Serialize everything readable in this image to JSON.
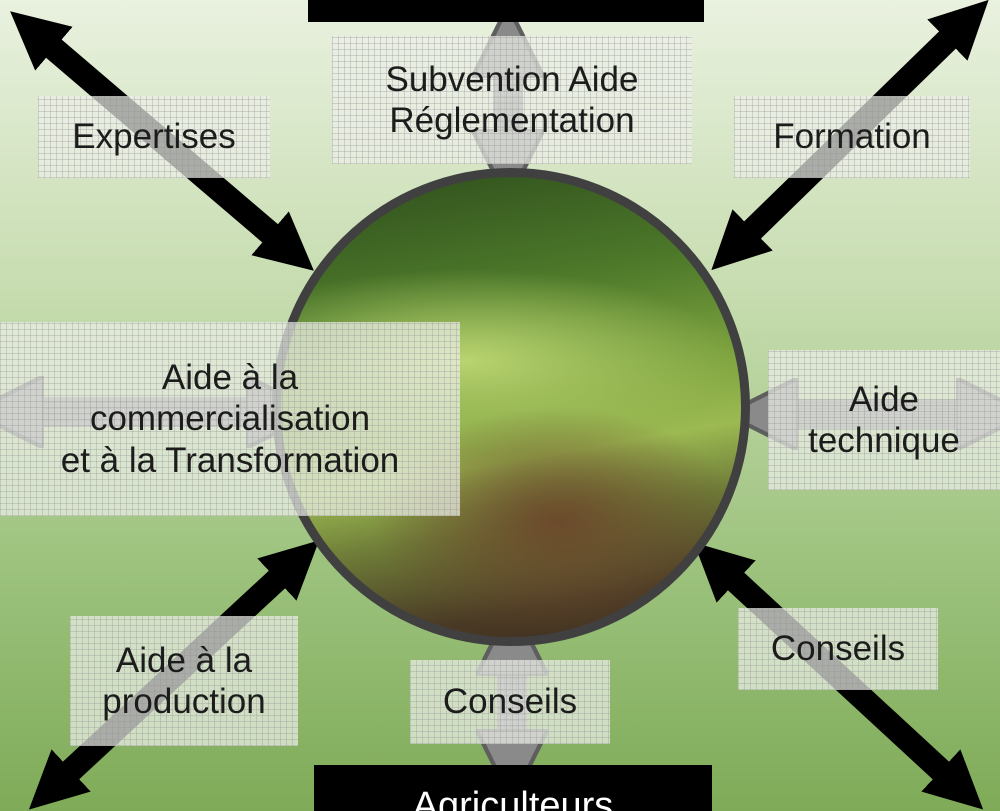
{
  "diagram": {
    "top_box": {
      "label": ""
    },
    "bottom_box": {
      "label": "Agriculteurs"
    },
    "center_image": {
      "description_icon": "irrigated-field-photo"
    },
    "relations": [
      {
        "id": "expertises",
        "label": "Expertises"
      },
      {
        "id": "subvention",
        "label": "Subvention Aide\nRéglementation"
      },
      {
        "id": "formation",
        "label": "Formation"
      },
      {
        "id": "commercialisation",
        "label": "Aide à la\ncommercialisation\net à la Transformation"
      },
      {
        "id": "technique",
        "label": "Aide\ntechnique"
      },
      {
        "id": "production",
        "label": "Aide à la\nproduction"
      },
      {
        "id": "conseils-bottom",
        "label": "Conseils"
      },
      {
        "id": "conseils-right",
        "label": "Conseils"
      }
    ],
    "colors": {
      "arrow_dark": "#000000",
      "arrow_gray": "#7a7a7a",
      "background": "#9cc27d",
      "ring": "#404040"
    }
  }
}
